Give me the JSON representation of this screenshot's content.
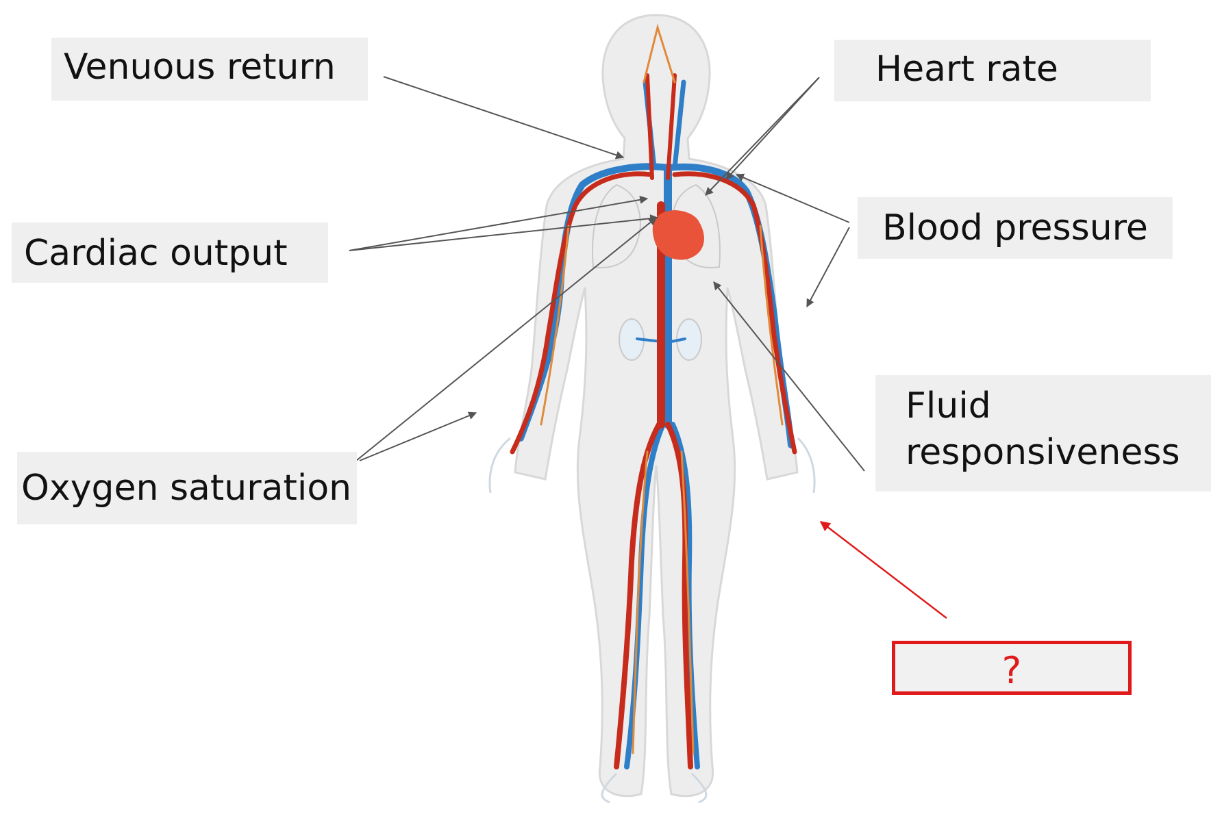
{
  "labels": {
    "venous_return": "Venuous return",
    "heart_rate": "Heart rate",
    "cardiac_output": "Cardiac output",
    "blood_pressure": "Blood pressure",
    "fluid_line1": "Fluid",
    "fluid_line2": "responsiveness",
    "oxygen_saturation": "Oxygen saturation",
    "unknown": "?"
  },
  "colors": {
    "artery": "#c62b1b",
    "vein": "#2f7fc8",
    "heart": "#e8533a",
    "body": "#ededed",
    "arrow": "#555555",
    "highlight": "#e01a1a"
  }
}
